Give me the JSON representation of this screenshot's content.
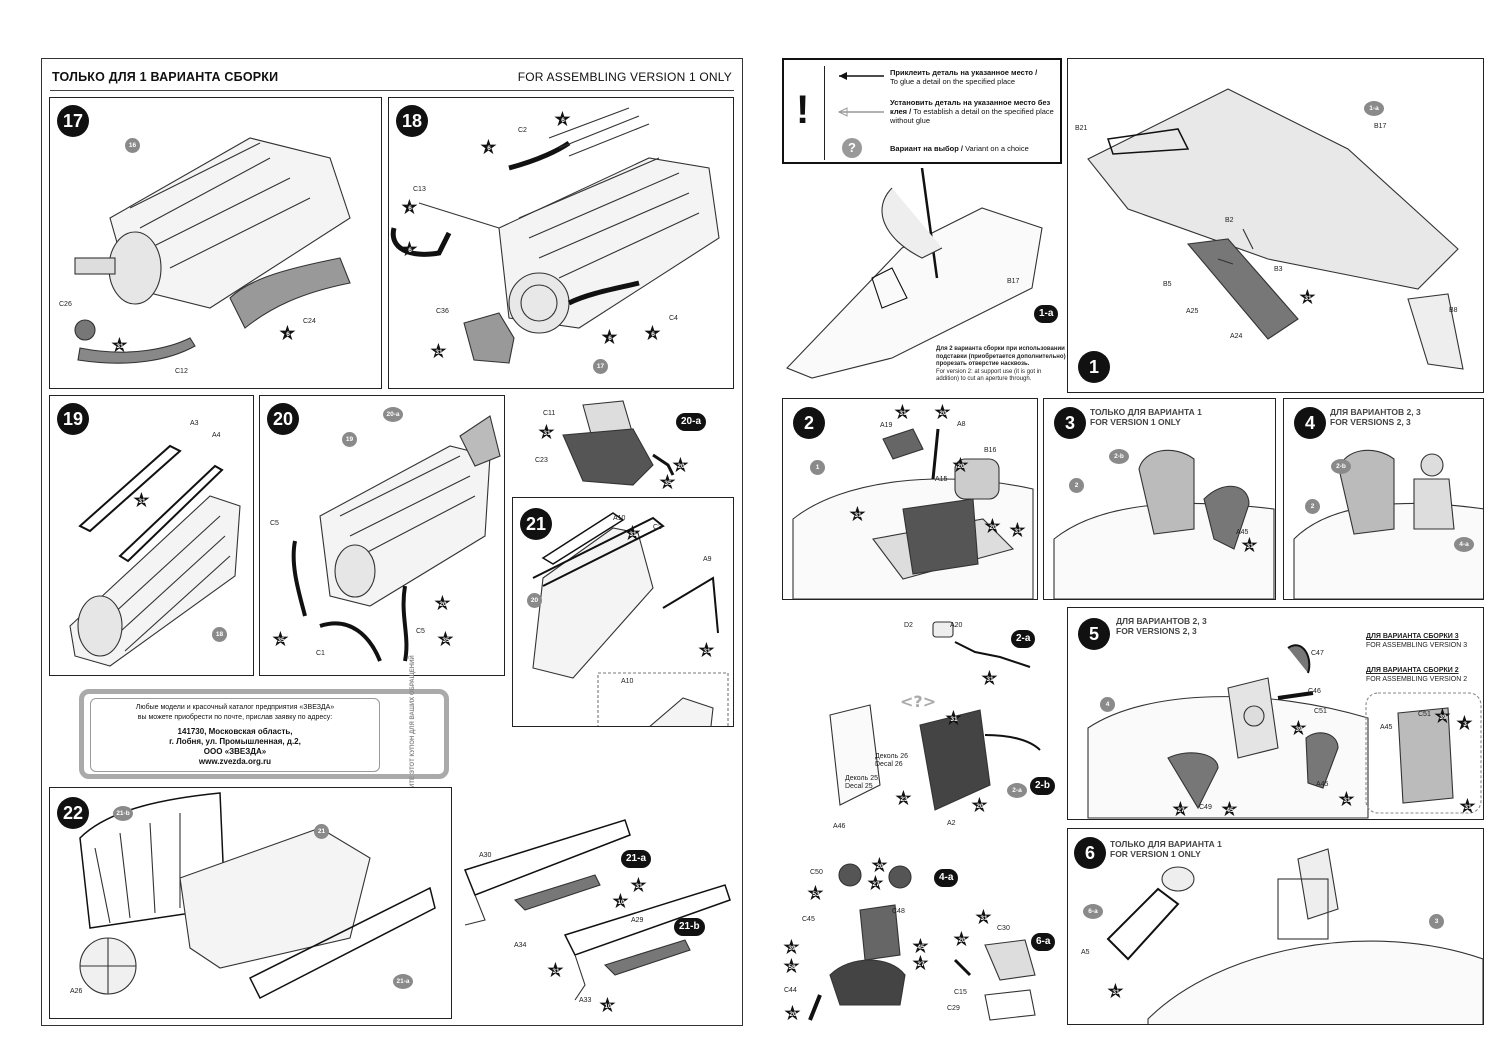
{
  "left_page": {
    "header_ru": "ТОЛЬКО ДЛЯ 1 ВАРИАНТА СБОРКИ",
    "header_en": "FOR ASSEMBLING VERSION 1 ONLY"
  },
  "steps": {
    "s17": {
      "num": "17",
      "labels": {
        "l16": "16",
        "c26": "C26",
        "c12": "C12",
        "c24": "C24",
        "g31": "31",
        "g6": "6"
      }
    },
    "s18": {
      "num": "18",
      "labels": {
        "c2": "C2",
        "c13": "C13",
        "c36": "C36",
        "c4": "C4",
        "g6a": "6",
        "g6b": "6",
        "g6c": "6",
        "g6d": "6",
        "g6e": "6",
        "g6f": "6",
        "g31": "31",
        "l17": "17"
      }
    },
    "s19": {
      "num": "19",
      "labels": {
        "a3": "A3",
        "a4": "A4",
        "g31": "31",
        "l18": "18"
      }
    },
    "s20": {
      "num": "20",
      "sub": "20-a",
      "labels": {
        "l19": "19",
        "c5a": "C5",
        "c5b": "C5",
        "c1": "C1",
        "g35a": "35",
        "g35b": "35",
        "g20": "20"
      }
    },
    "s20a": {
      "sub": "20-a",
      "labels": {
        "c11": "C11",
        "c23": "C23",
        "g31": "31",
        "g20": "20",
        "g35": "35"
      }
    },
    "s21": {
      "num": "21",
      "labels": {
        "a10": "A10",
        "c3": "C3",
        "a9": "A9",
        "l20": "20",
        "g31a": "31",
        "g31b": "31",
        "a10b": "A10",
        "c3b": "C3",
        "a9b": "A9"
      }
    },
    "s22": {
      "num": "22",
      "labels": {
        "l21b": "21-b",
        "l21": "21",
        "l21a": "21-a",
        "a26": "A26"
      }
    },
    "s21ab": {
      "sub_a": "21-a",
      "sub_b": "21-b",
      "labels": {
        "a30": "A30",
        "a34": "A34",
        "a29": "A29",
        "a33": "A33",
        "g31a": "31",
        "g10a": "10",
        "g31b": "31",
        "g10b": "10"
      }
    }
  },
  "coupon": {
    "line1": "Любые модели и красочный каталог предприятия «ЗВЕЗДА»",
    "line2": "вы можете приобрести по почте, прислав заявку по адресу:",
    "addr1": "141730, Московская область,",
    "addr2": "г. Лобня, ул. Промышленная, д.2,",
    "addr3": "ООО «ЗВЕЗДА»",
    "web": "www.zvezda.org.ru",
    "side": "СОХРАНИТЕ ЭТОТ КУПОН ДЛЯ ВАШИХ ОБРАЩЕНИЙ"
  },
  "legend": {
    "glue_ru": "Приклеить деталь на указанное место /",
    "glue_en": "To glue a detail on the specified place",
    "place_ru": "Установить деталь на указанное место без клея /",
    "place_en": "To establish a detail on the specified place without glue",
    "choice_ru": "Вариант на выбор /",
    "choice_en": "Variant on a choice",
    "excl": "!",
    "q": "?"
  },
  "right": {
    "s1a": {
      "sub": "1-a",
      "b17": "B17",
      "note_ru": "Для 2 варианта сборки при использовании подставки (приобретается дополнительно) прорезать отверстие насквозь.",
      "note_en": "For version 2: at support use (it is got in addition) to cut an aperture through."
    },
    "s1": {
      "num": "1",
      "labels": {
        "b21": "B21",
        "l1a": "1-a",
        "b17": "B17",
        "b2": "B2",
        "b5": "B5",
        "b3": "B3",
        "a25": "A25",
        "a24": "A24",
        "b8": "B8",
        "g31": "31"
      }
    },
    "s2": {
      "num": "2",
      "labels": {
        "a19": "A19",
        "a8": "A8",
        "a15": "A15",
        "b16": "B16",
        "l1": "1",
        "g31a": "31",
        "g20a": "20",
        "g20b": "20",
        "g31b": "31",
        "g20c": "20",
        "g31c": "31"
      }
    },
    "s3": {
      "num": "3",
      "head_ru": "ТОЛЬКО ДЛЯ ВАРИАНТА 1",
      "head_en": "FOR VERSION  1 ONLY",
      "labels": {
        "l2b": "2-b",
        "l2": "2",
        "a45": "A45",
        "g31": "31"
      }
    },
    "s4": {
      "num": "4",
      "head_ru": "ДЛЯ ВАРИАНТОВ 2, 3",
      "head_en": "FOR VERSIONS  2, 3",
      "labels": {
        "l2b": "2-b",
        "l2": "2",
        "l4a": "4-a"
      }
    },
    "s2a": {
      "sub": "2-a",
      "labels": {
        "d2": "D2",
        "a20": "A20",
        "g31": "31"
      }
    },
    "s2b": {
      "sub": "2-b",
      "labels": {
        "a46": "A46",
        "a2": "A2",
        "d26a": "Деколь 26",
        "d26b": "Decal 26",
        "d25a": "Деколь 25",
        "d25b": "Decal 25",
        "g31": "31",
        "g23": "23",
        "g20": "20",
        "l2a": "2-a"
      }
    },
    "s5": {
      "num": "5",
      "head_ru": "ДЛЯ ВАРИАНТОВ 2, 3",
      "head_en": "FOR VERSIONS  2, 3",
      "v3_ru": "ДЛЯ ВАРИАНТА СБОРКИ 3",
      "v3_en": "FOR ASSEMBLING VERSION 3",
      "v2_ru": "ДЛЯ ВАРИАНТА СБОРКИ 2",
      "v2_en": "FOR ASSEMBLING VERSION 2",
      "labels": {
        "c47": "C47",
        "c46": "C46",
        "c51": "C51",
        "a45": "A45",
        "c49": "C49",
        "l4": "4",
        "g39": "39",
        "g27": "27",
        "g45": "45",
        "g31": "31",
        "c51b": "C51",
        "a45b": "A45",
        "g39b": "39",
        "g3": "3",
        "g31b": "31"
      }
    },
    "s4a": {
      "sub": "4-a",
      "labels": {
        "c50": "C50",
        "c48": "C48",
        "c45": "C45",
        "c44": "C44",
        "g53": "53",
        "g20a": "20",
        "g27": "27",
        "g39": "39",
        "g45": "45",
        "g58": "58",
        "g27b": "27",
        "g20b": "20"
      }
    },
    "s6a": {
      "sub": "6-a",
      "labels": {
        "c30": "C30",
        "c15": "C15",
        "c29": "C29",
        "g31": "31",
        "g20": "20"
      }
    },
    "s6": {
      "num": "6",
      "head_ru": "ТОЛЬКО ДЛЯ ВАРИАНТА 1",
      "head_en": "FOR VERSION  1 ONLY",
      "labels": {
        "l6a": "6-a",
        "a5": "A5",
        "g31": "31",
        "l3": "3"
      }
    }
  },
  "colors": {
    "ink": "#111111",
    "grey": "#8a8a8a",
    "coupon_border": "#aaaaaa"
  }
}
